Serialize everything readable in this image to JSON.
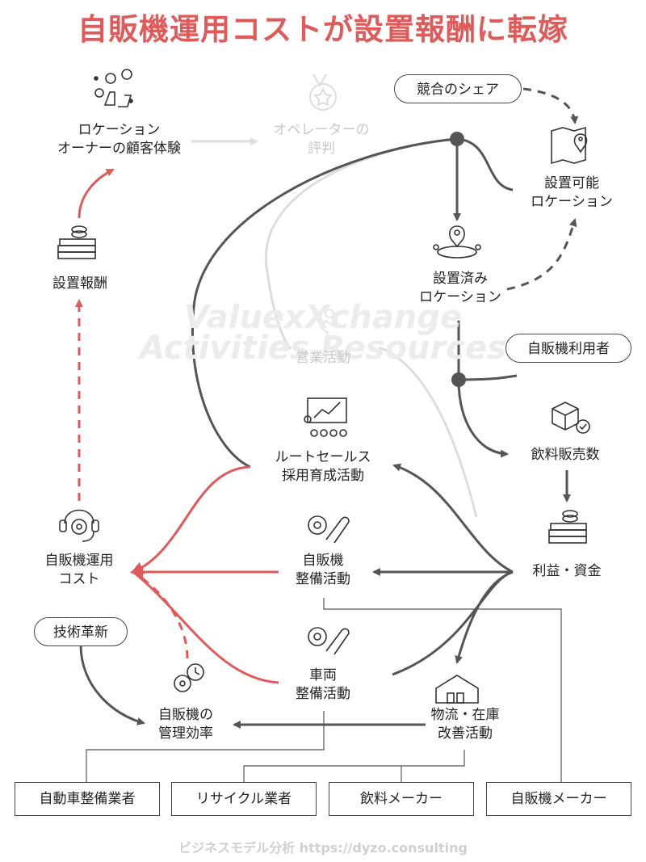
{
  "title": "自販機運用コストが設置報酬に転嫁",
  "nodes": {
    "location_owner_experience": [
      "ロケーション",
      "オーナーの顧客体験"
    ],
    "operator_reputation": [
      "オペレーターの",
      "評判"
    ],
    "installation_reward": "設置報酬",
    "installable_location": [
      "設置可能",
      "ロケーション"
    ],
    "installed_location": [
      "設置済み",
      "ロケーション"
    ],
    "sales_activity": "営業活動",
    "route_sales_training": [
      "ルートセールス",
      "採用育成活動"
    ],
    "vm_operating_cost": [
      "自販機運用",
      "コスト"
    ],
    "vm_maintenance": [
      "自販機",
      "整備活動"
    ],
    "vehicle_maintenance": [
      "車両",
      "整備活動"
    ],
    "vm_management_efficiency": [
      "自販機の",
      "管理効率"
    ],
    "logistics_improvement": [
      "物流・在庫",
      "改善活動"
    ],
    "beverage_sales_volume": "飲料販売数",
    "profit_funds": "利益・資金"
  },
  "pills": {
    "competitive_share": "競合のシェア",
    "vm_users": "自販機利用者",
    "tech_innovation": "技術革新"
  },
  "partners": [
    "自動車整備業者",
    "リサイクル業者",
    "飲料メーカー",
    "自販機メーカー"
  ],
  "watermark": [
    "ValuexXchange",
    "Activities   Resources"
  ],
  "footer": "ビジネスモデル分析  https://dyzo.consulting",
  "colors": {
    "accent": "#e05a5a",
    "dark": "#555555",
    "faded": "#dddddd"
  }
}
